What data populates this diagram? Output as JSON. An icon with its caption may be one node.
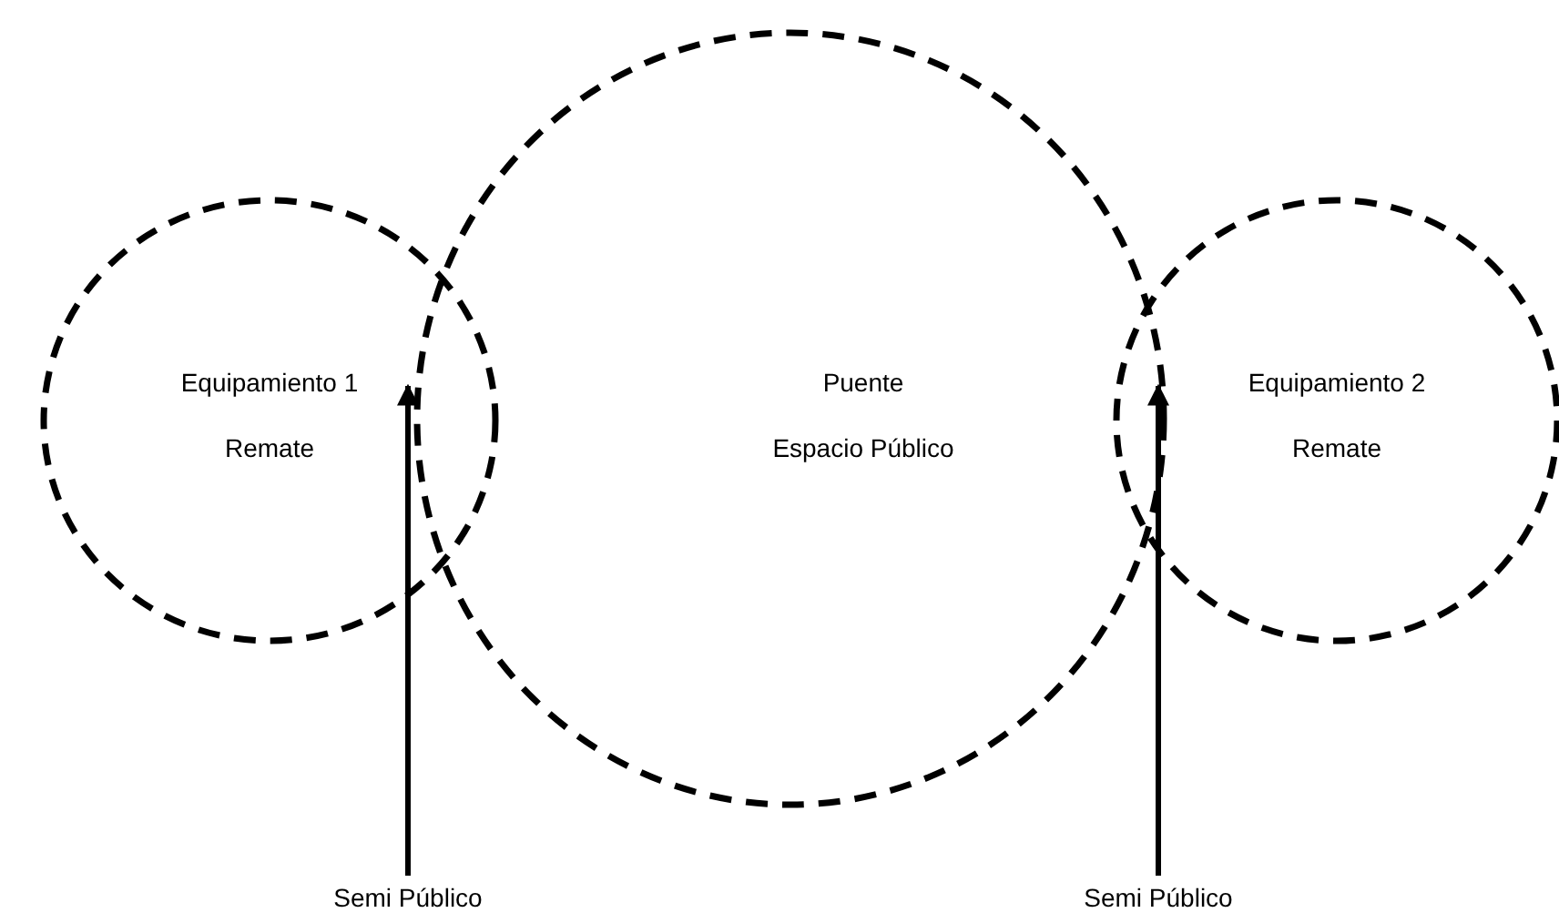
{
  "diagram": {
    "nodes": [
      {
        "text": [
          "Equipamiento 1",
          "Remate"
        ]
      },
      {
        "text": [
          "Puente",
          "Espacio Público"
        ]
      },
      {
        "text": [
          "Equipamiento 2",
          "Remate"
        ]
      },
      {
        "text": [
          "Semi Público"
        ]
      },
      {
        "text": [
          "Semi Público"
        ]
      }
    ],
    "edges": [
      {
        "from": 3,
        "to": 0,
        "arrow": "to"
      },
      {
        "from": 4,
        "to": 2,
        "arrow": "to"
      }
    ]
  }
}
